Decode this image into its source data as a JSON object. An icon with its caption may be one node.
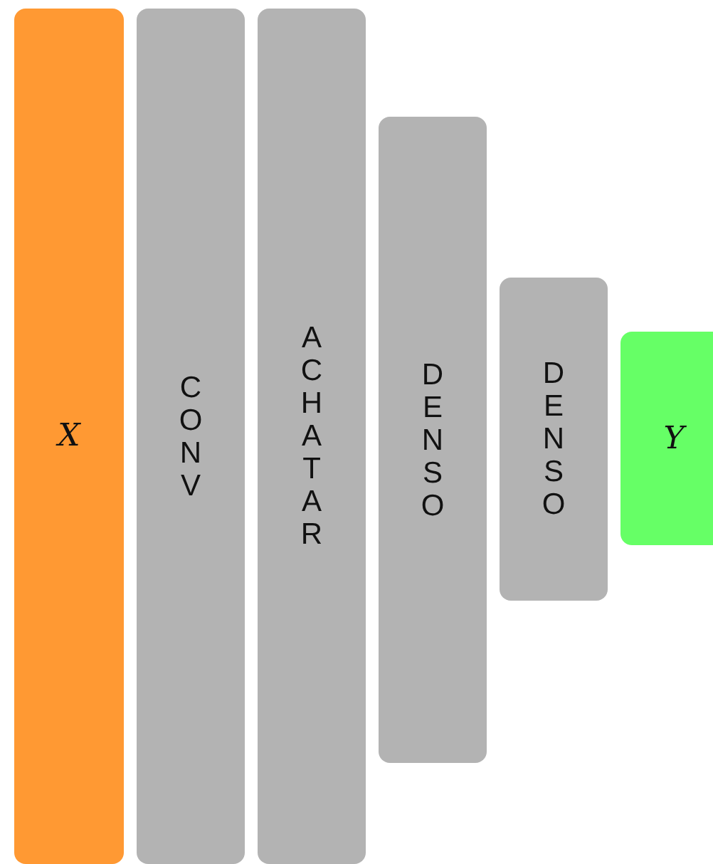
{
  "diagram": {
    "nodes": [
      {
        "text": [
          "X"
        ]
      },
      {
        "text": [
          "CONV"
        ]
      },
      {
        "text": [
          "ACHATAR"
        ]
      },
      {
        "text": [
          "DENSO"
        ]
      },
      {
        "text": [
          "DENSO"
        ]
      },
      {
        "text": [
          "Y"
        ]
      }
    ]
  }
}
